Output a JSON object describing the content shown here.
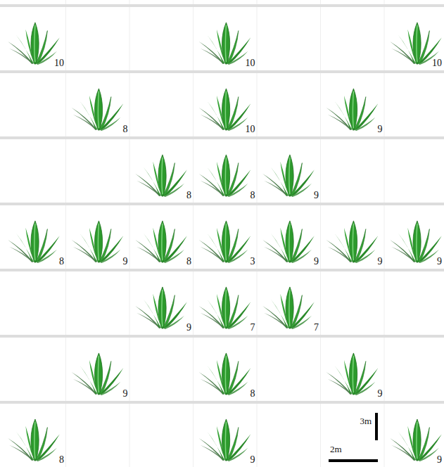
{
  "diagram": {
    "labels": [
      "10",
      "10",
      "10",
      "8",
      "10",
      "9",
      "8",
      "8",
      "9",
      "8",
      "9",
      "8",
      "3",
      "9",
      "9",
      "9",
      "9",
      "7",
      "7",
      "9",
      "8",
      "9",
      "8",
      "9",
      "9",
      "3m",
      "2m"
    ]
  }
}
